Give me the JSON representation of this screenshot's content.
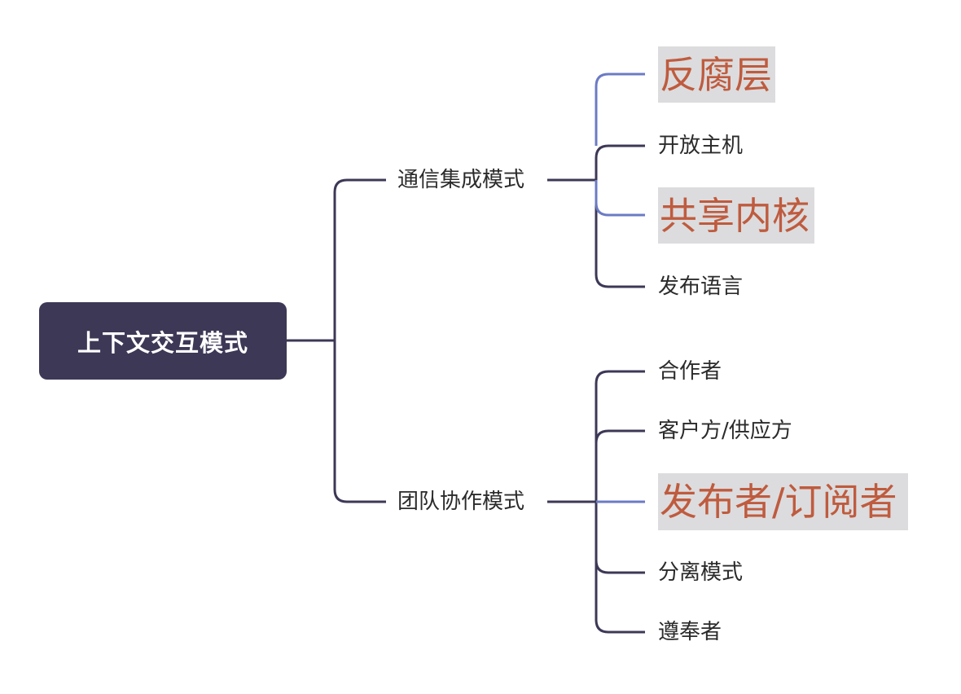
{
  "root": {
    "label": "上下文交互模式"
  },
  "branches": [
    {
      "label": "通信集成模式",
      "children": [
        {
          "label": "反腐层",
          "highlighted": true
        },
        {
          "label": "开放主机",
          "highlighted": false
        },
        {
          "label": "共享内核",
          "highlighted": true
        },
        {
          "label": "发布语言",
          "highlighted": false
        }
      ]
    },
    {
      "label": "团队协作模式",
      "children": [
        {
          "label": "合作者",
          "highlighted": false
        },
        {
          "label": "客户方/供应方",
          "highlighted": false
        },
        {
          "label": "发布者/订阅者",
          "highlighted": true
        },
        {
          "label": "分离模式",
          "highlighted": false
        },
        {
          "label": "遵奉者",
          "highlighted": false
        }
      ]
    }
  ],
  "colors": {
    "root_fill": "#3d3856",
    "connector": "#3d3856",
    "connector_highlight": "#6b7bc4",
    "highlight_fill": "#dcdcde",
    "highlight_text": "#bf5b3e"
  }
}
